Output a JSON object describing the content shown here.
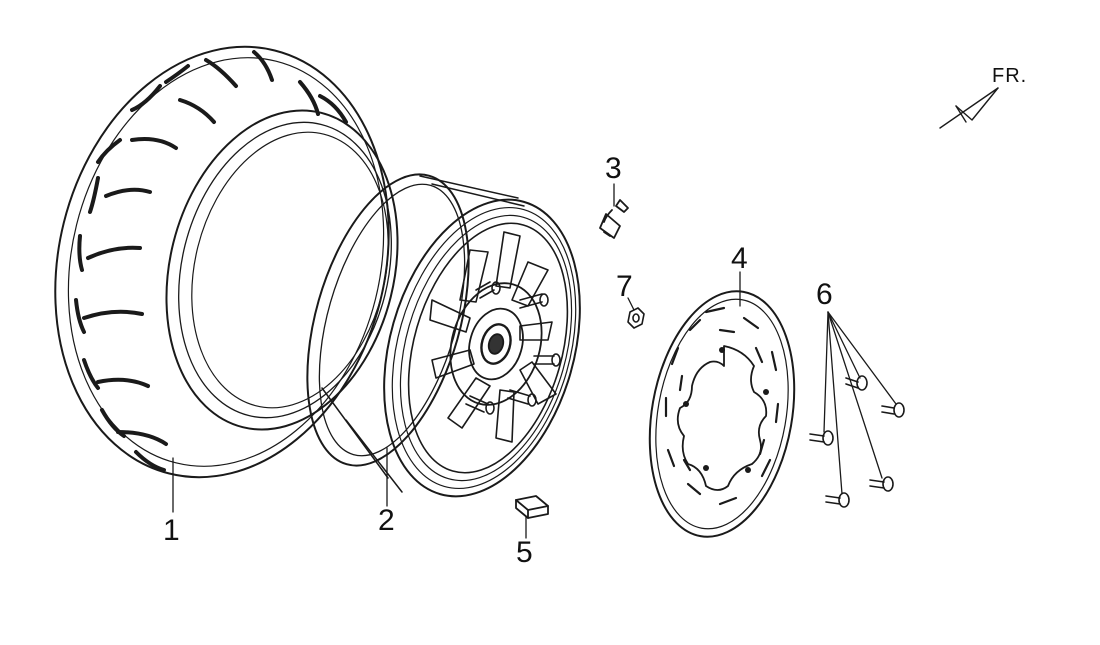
{
  "diagram": {
    "direction_label": "FR.",
    "callouts": [
      {
        "id": "1",
        "label": "1"
      },
      {
        "id": "2",
        "label": "2"
      },
      {
        "id": "3",
        "label": "3"
      },
      {
        "id": "4",
        "label": "4"
      },
      {
        "id": "5",
        "label": "5"
      },
      {
        "id": "6",
        "label": "6"
      },
      {
        "id": "7",
        "label": "7"
      }
    ]
  },
  "colors": {
    "line": "#1a1a1a",
    "background": "#ffffff"
  }
}
